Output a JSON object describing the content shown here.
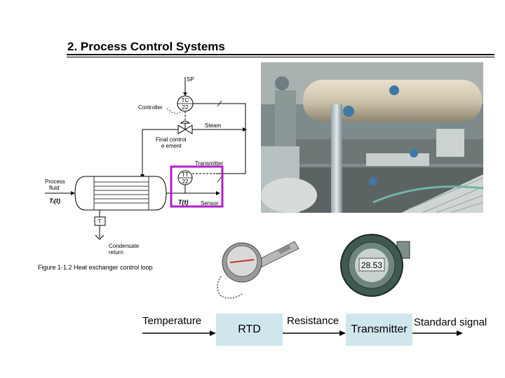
{
  "slide": {
    "title": "2. Process Control Systems"
  },
  "figure": {
    "caption": "Figure 1-1.2  Heat exchanger control loop",
    "labels": {
      "sp": "SP",
      "controller": "Controller",
      "tc_top": "TC",
      "tc_num": "22",
      "steam": "Steam",
      "final_control_1": "Final control",
      "final_control_2": "e ement",
      "transmitter": "Transmitter",
      "tt_top": "TT",
      "tt_num": "22",
      "process_fluid_1": "Process",
      "process_fluid_2": "fluid",
      "ti": "Tᵢ(t)",
      "tout": "T(t)",
      "sensor": "Sensor",
      "trap": "T",
      "condensate_1": "Condensate",
      "condensate_2": "return"
    },
    "highlight_color": "#b020c8"
  },
  "block_diagram": {
    "input_label": "Temperature",
    "block1": "RTD",
    "mid_label": "Resistance",
    "block2": "Transmitter",
    "output_label": "Standard signal",
    "block_color": "#cfe6ec"
  },
  "transmitter_display": "28.53"
}
